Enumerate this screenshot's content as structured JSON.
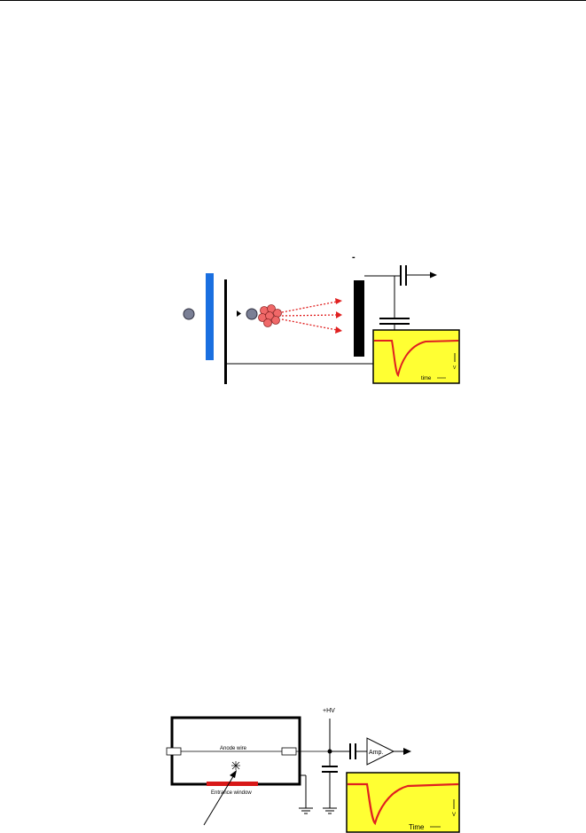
{
  "figure1": {
    "voltage_mark": "-",
    "scope_axis_label": "V",
    "scope_time_label": "time"
  },
  "figure2": {
    "voltage_label": "+HV",
    "anode_label": "Anode wire",
    "window_label": "Entrance window",
    "amp_label": "Amp.",
    "scope_axis_label": "V",
    "scope_time_label": "Time"
  },
  "colors": {
    "scope_bg": "#ffff33",
    "pulse": "#e02020",
    "plate": "#1a6fe0",
    "window": "#d81818",
    "nucleus": "#f06868",
    "arrow": "#e02020"
  }
}
